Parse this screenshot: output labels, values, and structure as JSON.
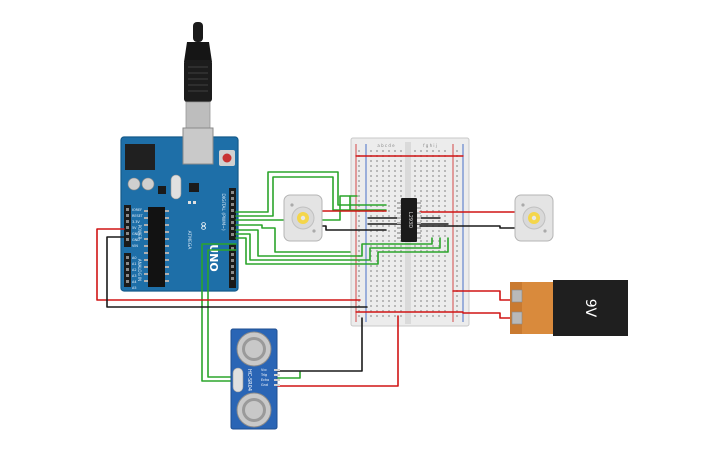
{
  "arduino": {
    "brand_mark": "∞",
    "model": "UNO",
    "chip_label": "ATMEGA",
    "digital_label": "DIGITAL (PWM~)",
    "analog_label": "ANALOG IN",
    "power_label": "POWER",
    "pin_labels_power": [
      "IOREF",
      "RESET",
      "3.3V",
      "5V",
      "GND",
      "GND",
      "VIN"
    ],
    "pin_labels_analog": [
      "A0",
      "A1",
      "A2",
      "A3",
      "A4",
      "A5"
    ]
  },
  "breadboard": {
    "col_letters_top": "a b c d e",
    "col_letters_bottom": "f g h i j"
  },
  "driver_ic": {
    "label": "L293D"
  },
  "battery": {
    "label": "9V"
  },
  "sensor": {
    "label": "HC-SR04",
    "pin_labels": [
      "Vcc",
      "Trig",
      "Echo",
      "Gnd"
    ]
  },
  "colors": {
    "wire_green": "#2ba52b",
    "wire_red": "#d01515",
    "wire_black": "#1a1a1a",
    "arduino_blue": "#1e6fa8",
    "sensor_blue": "#2a65b5",
    "battery_orange": "#d98a3c"
  }
}
